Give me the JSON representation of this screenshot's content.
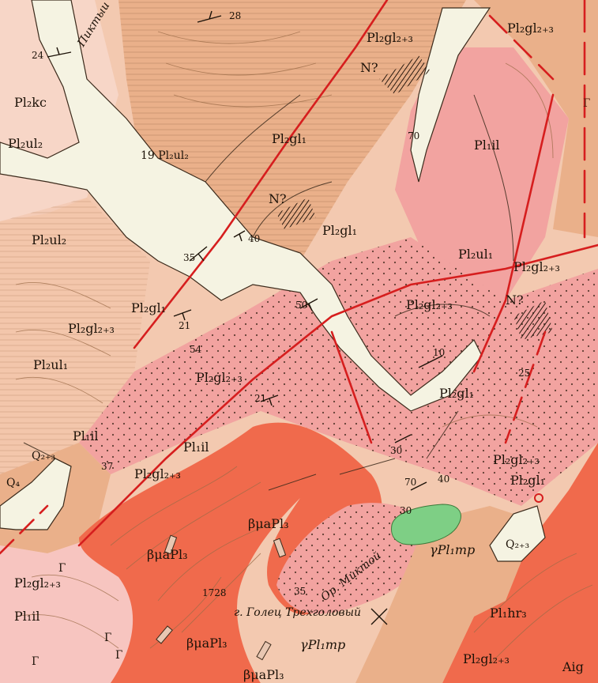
{
  "colors": {
    "paper": "#f3c9b0",
    "unit_light": "#f7d6c7",
    "unit_tan": "#eab08a",
    "unit_pink": "#f2a3a0",
    "intrusion_red": "#f06a4c",
    "valley_white": "#f5f3e2",
    "green_unit": "#7ecf85",
    "fault_red": "#d61e1e",
    "contour_brown": "#9b6b47"
  },
  "units": [
    {
      "id": "u1",
      "label": "Pl₂gl₂₊₃"
    },
    {
      "id": "u2",
      "label": "Pl₂gl₂₊₃"
    },
    {
      "id": "u3",
      "label": "N?"
    },
    {
      "id": "u4",
      "label": "Pl₂kc"
    },
    {
      "id": "u5",
      "label": "Pl₂ul₂"
    },
    {
      "id": "u6",
      "label": "19 Pl₂ul₂"
    },
    {
      "id": "u7",
      "label": "Pl₁il"
    },
    {
      "id": "u8",
      "label": "Pl₂gl₁"
    },
    {
      "id": "u9",
      "label": "N?"
    },
    {
      "id": "u10",
      "label": "Pl₂gl₁"
    },
    {
      "id": "u11",
      "label": "Pl₂ul₂"
    },
    {
      "id": "u12",
      "label": "Pl₂ul₁"
    },
    {
      "id": "u13",
      "label": "Pl₂gl₂₊₃"
    },
    {
      "id": "u14",
      "label": "Pl₂gl₁"
    },
    {
      "id": "u15",
      "label": "Pl₂gl₂₊₃"
    },
    {
      "id": "u16",
      "label": "Pl₂gl₂₊₃"
    },
    {
      "id": "u17",
      "label": "N?"
    },
    {
      "id": "u18",
      "label": "Pl₂ul₁"
    },
    {
      "id": "u19",
      "label": "Pl₂gl₁"
    },
    {
      "id": "u20",
      "label": "Pl₁il"
    },
    {
      "id": "u21",
      "label": "Q₂₊₃"
    },
    {
      "id": "u22",
      "label": "Q₄"
    },
    {
      "id": "u23",
      "label": "Pl₂gl₂₊₃"
    },
    {
      "id": "u24",
      "label": "Pl₂gl₂₊₃"
    },
    {
      "id": "u25",
      "label": "βμaPl₃"
    },
    {
      "id": "u26",
      "label": "βμaPl₃"
    },
    {
      "id": "u27",
      "label": "γPl₁mp"
    },
    {
      "id": "u28",
      "label": "Q₂₊₃"
    },
    {
      "id": "u29",
      "label": "Pl₂gl₂₊₃"
    },
    {
      "id": "u30",
      "label": "Pl₁il"
    },
    {
      "id": "u31",
      "label": "βμaPl₃"
    },
    {
      "id": "u32",
      "label": "γPl₁mp"
    },
    {
      "id": "u33",
      "label": "Pl₁hr₃"
    },
    {
      "id": "u34",
      "label": "βμaPl₃"
    },
    {
      "id": "u35",
      "label": "Pl₂gl₂₊₃"
    },
    {
      "id": "u36",
      "label": "Pl₂gl₁"
    },
    {
      "id": "u37",
      "label": "Pl₁il"
    },
    {
      "id": "u38",
      "label": "Pl₂gl₂₊₃"
    }
  ],
  "dips": [
    "24",
    "28",
    "35",
    "40",
    "50",
    "21",
    "54",
    "10",
    "21",
    "25",
    "30",
    "70",
    "40",
    "30",
    "35",
    "70",
    "37"
  ],
  "place_labels": {
    "summit_elevation": "1728",
    "summit_name": "г. Голец Трехголовый",
    "river_north": "Пиктыи",
    "river_south": "Ор. Миктой"
  },
  "symbols": {
    "fault_marks": [
      "Г",
      "Г",
      "Г",
      "Г",
      "Г"
    ],
    "edge_codes": [
      "Aig"
    ]
  }
}
